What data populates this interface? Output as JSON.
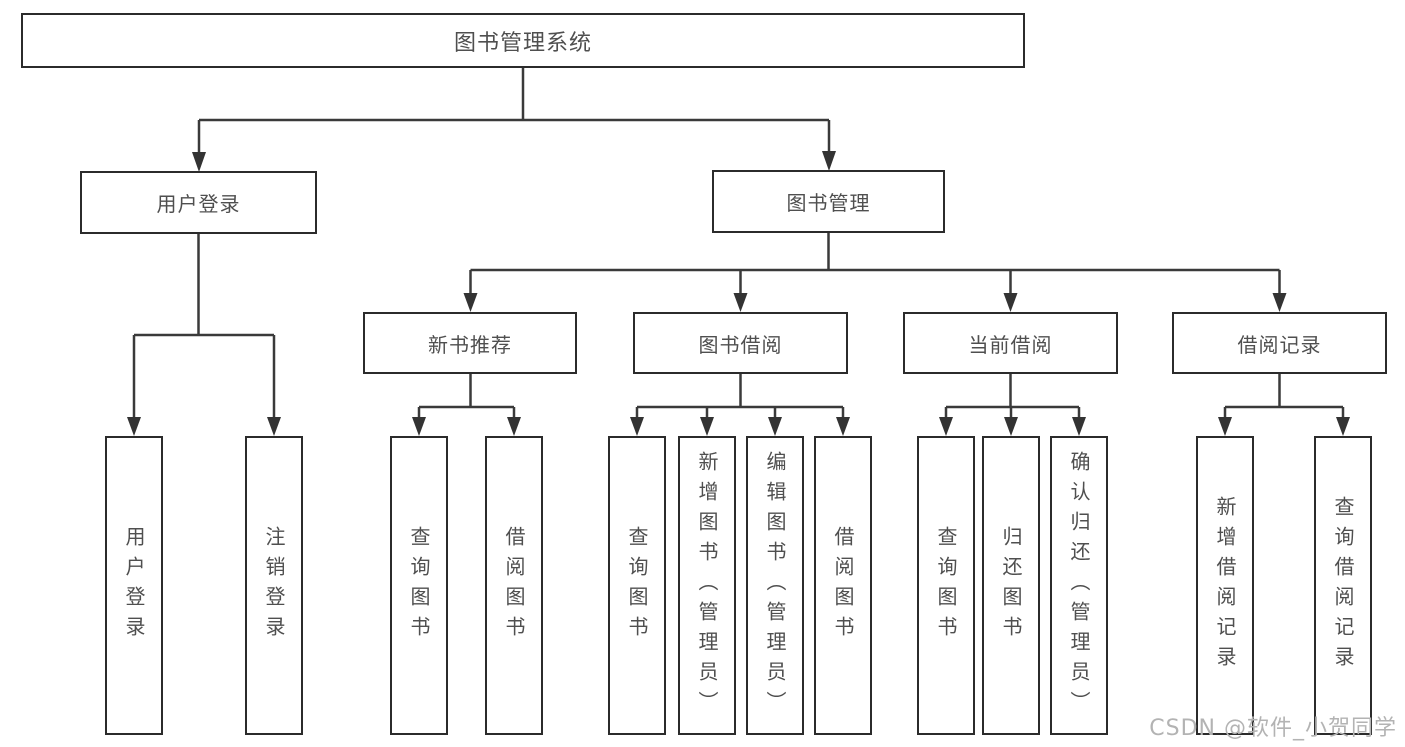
{
  "diagram_type": "hierarchy-tree",
  "colors": {
    "background": "#ffffff",
    "line": "#3a3a3a",
    "box_border": "#2b2b2b",
    "text": "#4f4f4f",
    "watermark": "#b3b3b3"
  },
  "tree": {
    "label": "图书管理系统",
    "children": [
      {
        "label": "用户登录",
        "children": [
          {
            "label": "用户登录"
          },
          {
            "label": "注销登录"
          }
        ]
      },
      {
        "label": "图书管理",
        "children": [
          {
            "label": "新书推荐",
            "children": [
              {
                "label": "查询图书"
              },
              {
                "label": "借阅图书"
              }
            ]
          },
          {
            "label": "图书借阅",
            "children": [
              {
                "label": "查询图书"
              },
              {
                "label": "新增图书（管理员）"
              },
              {
                "label": "编辑图书（管理员）"
              },
              {
                "label": "借阅图书"
              }
            ]
          },
          {
            "label": "当前借阅",
            "children": [
              {
                "label": "查询图书"
              },
              {
                "label": "归还图书"
              },
              {
                "label": "确认归还（管理员）"
              }
            ]
          },
          {
            "label": "借阅记录",
            "children": [
              {
                "label": "新增借阅记录"
              },
              {
                "label": "查询借阅记录"
              }
            ]
          }
        ]
      }
    ]
  },
  "watermark": {
    "text": "CSDN @软件_小贺同学"
  }
}
